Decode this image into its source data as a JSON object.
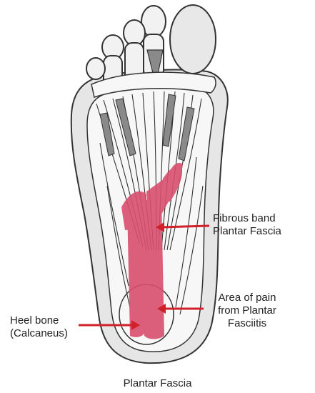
{
  "diagram": {
    "labels": {
      "fibrous_band": [
        "Fibrous band",
        "Plantar Fascia"
      ],
      "pain_area": [
        "Area of pain",
        "from Plantar",
        "Fasciitis"
      ],
      "heel_bone": [
        "Heel bone",
        "(Calcaneus)"
      ]
    },
    "caption": "Plantar Fascia",
    "colors": {
      "fascia_highlight": "#d94f6e",
      "arrow": "#d0202a",
      "outline": "#333333",
      "gray_tendon": "#8a8a8a",
      "sole_pad": "#d9d9d9"
    }
  }
}
